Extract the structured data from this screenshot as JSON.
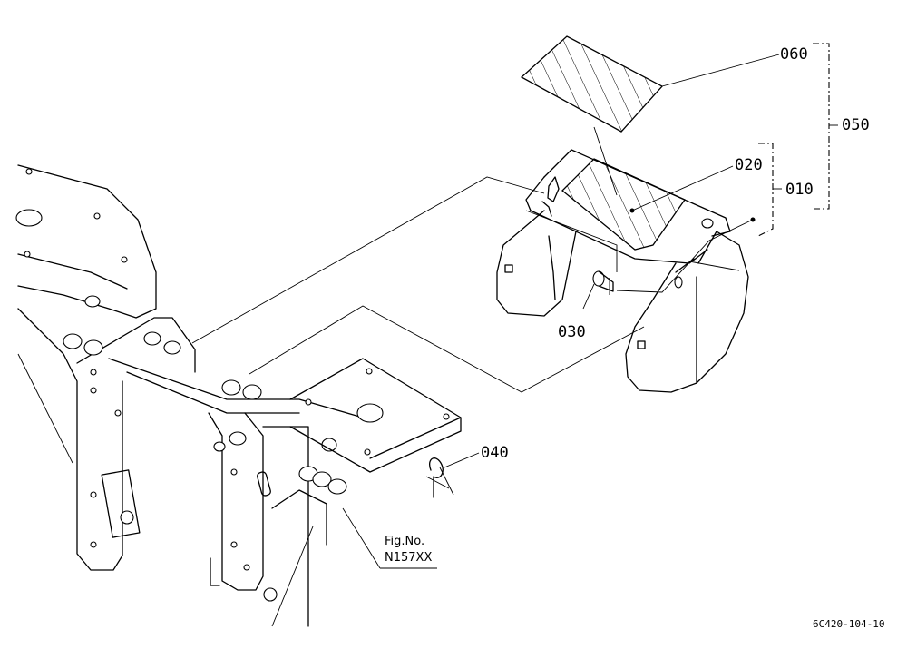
{
  "part_labels": [
    {
      "id": "060",
      "text": "060"
    },
    {
      "id": "050",
      "text": "050"
    },
    {
      "id": "020",
      "text": "020"
    },
    {
      "id": "010",
      "text": "010"
    },
    {
      "id": "030",
      "text": "030"
    },
    {
      "id": "040",
      "text": "040"
    }
  ],
  "figure_ref": {
    "line1": "Fig.No.",
    "line2": "N157XX"
  },
  "drawing_code": "6C420-104-10"
}
